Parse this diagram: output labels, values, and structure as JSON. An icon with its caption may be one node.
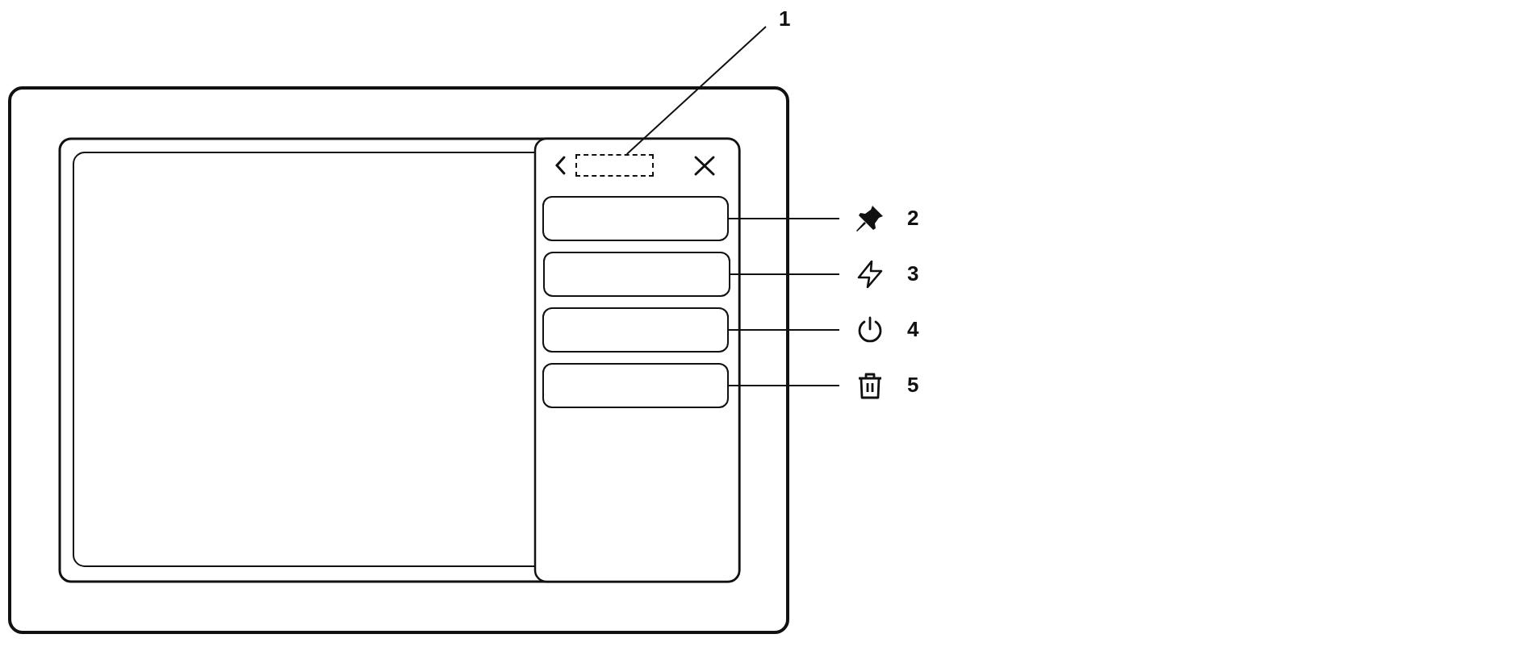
{
  "diagram": {
    "nodes": [
      {
        "text": [
          "1"
        ]
      },
      {
        "text": [],
        "shape": "box"
      },
      {
        "text": [],
        "shape": "box"
      },
      {
        "text": [],
        "shape": "box"
      },
      {
        "text": [],
        "shape": "box"
      },
      {
        "text": [],
        "shape": "box"
      },
      {
        "text": [
          "2"
        ]
      },
      {
        "text": [
          "3"
        ]
      },
      {
        "text": [
          "4"
        ]
      },
      {
        "text": [
          "5"
        ]
      }
    ],
    "edges": [
      {
        "from": 0,
        "to": 1,
        "arrow": "none"
      },
      {
        "from": 6,
        "to": 2,
        "arrow": "none"
      },
      {
        "from": 7,
        "to": 3,
        "arrow": "none"
      },
      {
        "from": 8,
        "to": 4,
        "arrow": "none"
      },
      {
        "from": 9,
        "to": 5,
        "arrow": "none"
      }
    ]
  }
}
